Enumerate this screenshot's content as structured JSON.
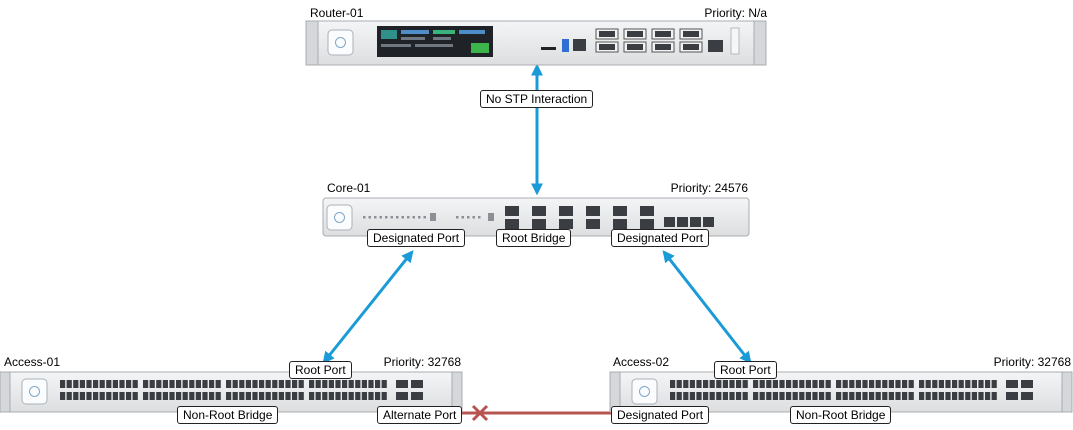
{
  "diagram": {
    "devices": {
      "router": {
        "name": "Router-01",
        "priority": "Priority: N/a"
      },
      "core": {
        "name": "Core-01",
        "priority": "Priority: 24576"
      },
      "access1": {
        "name": "Access-01",
        "priority": "Priority: 32768"
      },
      "access2": {
        "name": "Access-02",
        "priority": "Priority: 32768"
      }
    },
    "labels": {
      "router_link": "No STP Interaction",
      "core_left": "Designated Port",
      "core_center": "Root Bridge",
      "core_right": "Designated Port",
      "access1_uplink": "Root Port",
      "access1_role": "Non-Root Bridge",
      "access1_trunk": "Alternate Port",
      "access2_uplink": "Root Port",
      "access2_trunk": "Designated Port",
      "access2_role": "Non-Root Bridge"
    },
    "colors": {
      "active_link": "#1a9bd7",
      "blocked_link": "#b85450",
      "chassis": "#e9eaec",
      "port": "#3a3d42"
    }
  }
}
